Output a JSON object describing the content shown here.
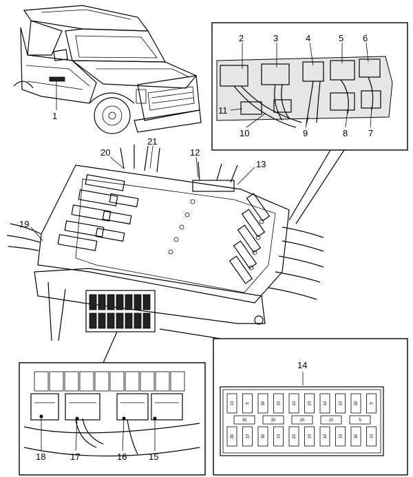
{
  "callouts": {
    "c1": "1",
    "c2": "2",
    "c3": "3",
    "c4": "4",
    "c5": "5",
    "c6": "6",
    "c7": "7",
    "c8": "8",
    "c9": "9",
    "c10": "10",
    "c11": "11",
    "c12": "12",
    "c13": "13",
    "c14": "14",
    "c15": "15",
    "c16": "16",
    "c17": "17",
    "c18": "18",
    "c19": "19",
    "c20": "20",
    "c21": "21"
  },
  "fuse_values": {
    "top_row": [
      "10",
      "5",
      "30",
      "10",
      "10",
      "10",
      "10",
      "10",
      "30",
      "5"
    ],
    "middle_row": [
      "30",
      "30",
      "20",
      "10",
      "5"
    ],
    "bottom_row": [
      "30",
      "10",
      "30",
      "10",
      "20",
      "10",
      "10",
      "10",
      "30",
      "10"
    ]
  },
  "icons": [
    "vehicle-illustration",
    "fuse-box-illustration",
    "connector-illustration"
  ]
}
